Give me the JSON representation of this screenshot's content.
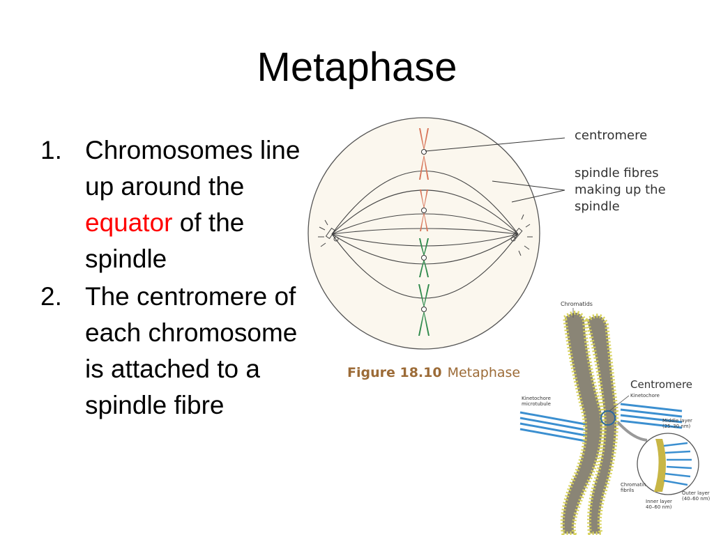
{
  "title": "Metaphase",
  "bullets": [
    {
      "number": "1.",
      "before": "Chromosomes line up around the ",
      "highlight": "equator",
      "after": " of the spindle"
    },
    {
      "number": "2.",
      "text": "The centromere of each chromosome is attached to a spindle fibre"
    }
  ],
  "colors": {
    "highlight": "#ff0000",
    "chromosome_red": "#d8765a",
    "chromosome_green": "#2f8a4c",
    "cell_fill": "#fbf7ee",
    "caption": "#9c6b37"
  },
  "figure": {
    "label_centromere": "centromere",
    "label_spindle_line1": "spindle fibres",
    "label_spindle_line2": "making up the",
    "label_spindle_line3": "spindle",
    "caption_bold": "Figure 18.10",
    "caption_text": "Metaphase"
  },
  "detail": {
    "chromatids": "Chromatids",
    "centromere": "Centromere",
    "kinetochore": "Kinetochore",
    "kinetochore_microtubule_1": "Kinetochore",
    "kinetochore_microtubule_2": "microtubule",
    "middle_layer_1": "Middle layer",
    "middle_layer_2": "(25–30 nm)",
    "chromatin_1": "Chromatin",
    "chromatin_2": "fibrils",
    "inner_layer_1": "Inner layer",
    "inner_layer_2": "40–60 nm)",
    "outer_layer_1": "Outer layer",
    "outer_layer_2": "(40–60 nm)"
  }
}
